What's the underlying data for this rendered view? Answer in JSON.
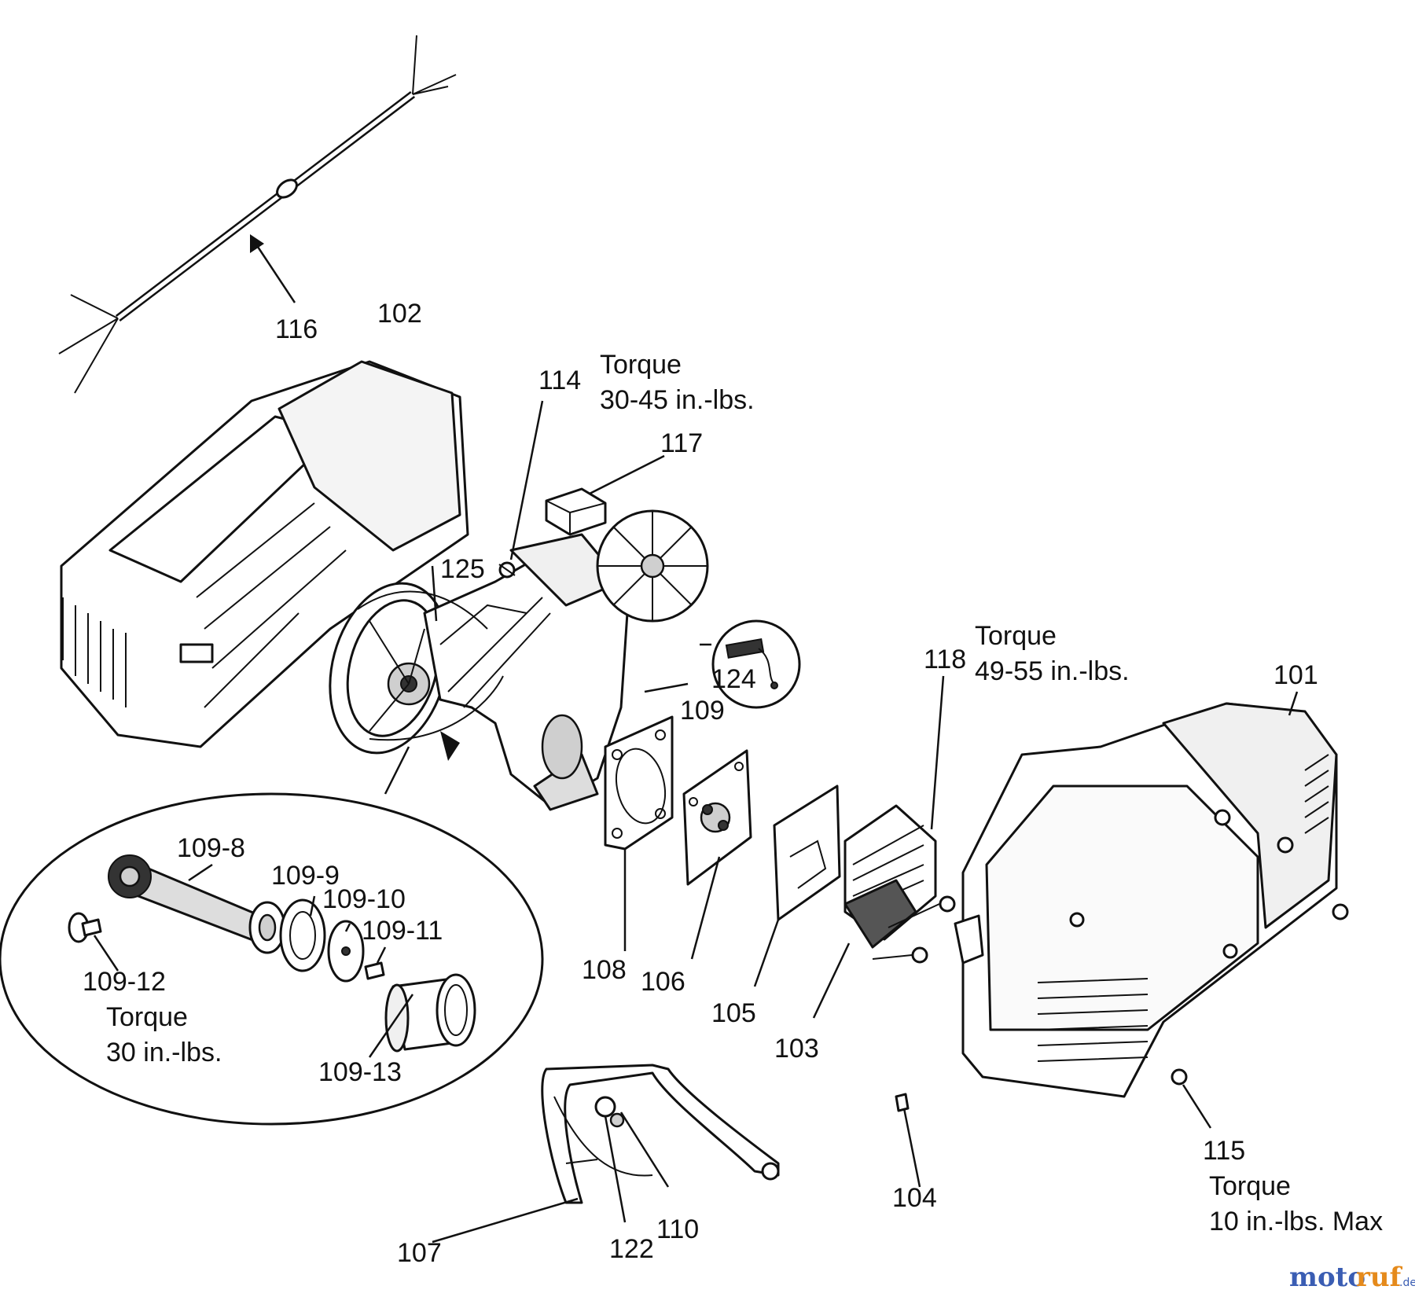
{
  "labels": {
    "p101": "101",
    "p102": "102",
    "p103": "103",
    "p104": "104",
    "p105": "105",
    "p106": "106",
    "p107": "107",
    "p108": "108",
    "p109": "109",
    "p109_8": "109-8",
    "p109_9": "109-9",
    "p109_10": "109-10",
    "p109_11": "109-11",
    "p109_12": "109-12",
    "p109_13": "109-13",
    "p110": "110",
    "p114": "114",
    "p115": "115",
    "p116": "116",
    "p117": "117",
    "p118": "118",
    "p122": "122",
    "p124": "124",
    "p125": "125"
  },
  "torque_notes": {
    "t114_line1": "Torque",
    "t114_line2": "30-45 in.-lbs.",
    "t118_line1": "Torque",
    "t118_line2": "49-55 in.-lbs.",
    "t109_line1": "Torque",
    "t109_line2": "30 in.-lbs.",
    "t115_line1": "Torque",
    "t115_line2": "10 in.-lbs. Max"
  },
  "watermark": {
    "part1": "moto",
    "part2": "ruf",
    "suffix": ".de"
  }
}
